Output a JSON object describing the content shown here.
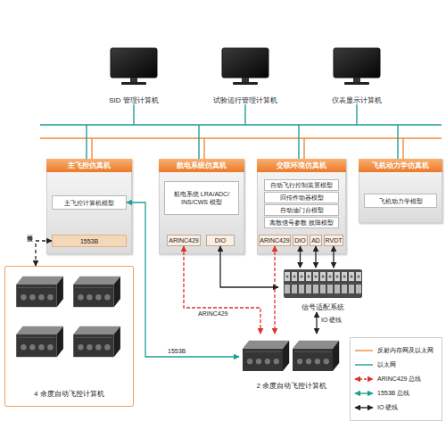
{
  "diagram": {
    "nodes": [
      {
        "text": [
          "SID 管理计算机"
        ]
      },
      {
        "text": [
          "试验运行管理计算机"
        ]
      },
      {
        "text": [
          "仪表显示计算机"
        ]
      },
      {
        "text": [
          "主飞控仿真机"
        ]
      },
      {
        "text": [
          "主飞控计算机模型"
        ],
        "in": 3
      },
      {
        "text": [
          "1553B"
        ],
        "in": 3
      },
      {
        "text": [
          "航电系统仿真机"
        ]
      },
      {
        "text": [
          "航电系统 LRA/ADC/ INS/CWS 模型"
        ],
        "in": 6
      },
      {
        "text": [
          "ARINC429"
        ],
        "in": 6
      },
      {
        "text": [
          "DIO"
        ],
        "in": 6
      },
      {
        "text": [
          "交联环境仿真机"
        ]
      },
      {
        "text": [
          "自动飞行控制装置模型"
        ],
        "in": 10
      },
      {
        "text": [
          "回传作动器模型"
        ],
        "in": 10
      },
      {
        "text": [
          "自动油门台模型"
        ],
        "in": 10
      },
      {
        "text": [
          "离散信号参数 故障模型"
        ],
        "in": 10
      },
      {
        "text": [
          "ARINC429"
        ],
        "in": 10
      },
      {
        "text": [
          "DIO"
        ],
        "in": 10
      },
      {
        "text": [
          "AD"
        ],
        "in": 10
      },
      {
        "text": [
          "RVDT"
        ],
        "in": 10
      },
      {
        "text": [
          "飞机动力学仿真机"
        ]
      },
      {
        "text": [
          "飞机动力学模型"
        ],
        "in": 19
      },
      {
        "text": [
          "信号适配系统"
        ]
      },
      {
        "text": [
          "4 余度自动飞控计算机"
        ]
      },
      {
        "text": [
          "2 余度自动飞控计算机"
        ]
      }
    ],
    "edges": [
      {
        "from": 5,
        "to": 22,
        "arrow": "both",
        "label": "可替换"
      },
      {
        "from": 4,
        "to": 23,
        "arrow": "both",
        "label": "1553B"
      },
      {
        "from": 8,
        "to": 23,
        "arrow": "both",
        "label": "ARINC429"
      },
      {
        "from": 15,
        "to": 23,
        "arrow": "both"
      },
      {
        "from": 9,
        "to": 21,
        "arrow": "both"
      },
      {
        "from": 16,
        "to": 21,
        "arrow": "both"
      },
      {
        "from": 17,
        "to": 21,
        "arrow": "both"
      },
      {
        "from": 18,
        "to": 21,
        "arrow": "both"
      },
      {
        "from": 21,
        "to": 23,
        "arrow": "both",
        "label": "IO 硬线"
      }
    ],
    "legend": [
      {
        "text": "反射内存网及以太网"
      },
      {
        "text": "以太网"
      },
      {
        "text": "ARINC429 总线"
      },
      {
        "text": "1553B 总线"
      },
      {
        "text": "IO 硬线"
      }
    ]
  }
}
